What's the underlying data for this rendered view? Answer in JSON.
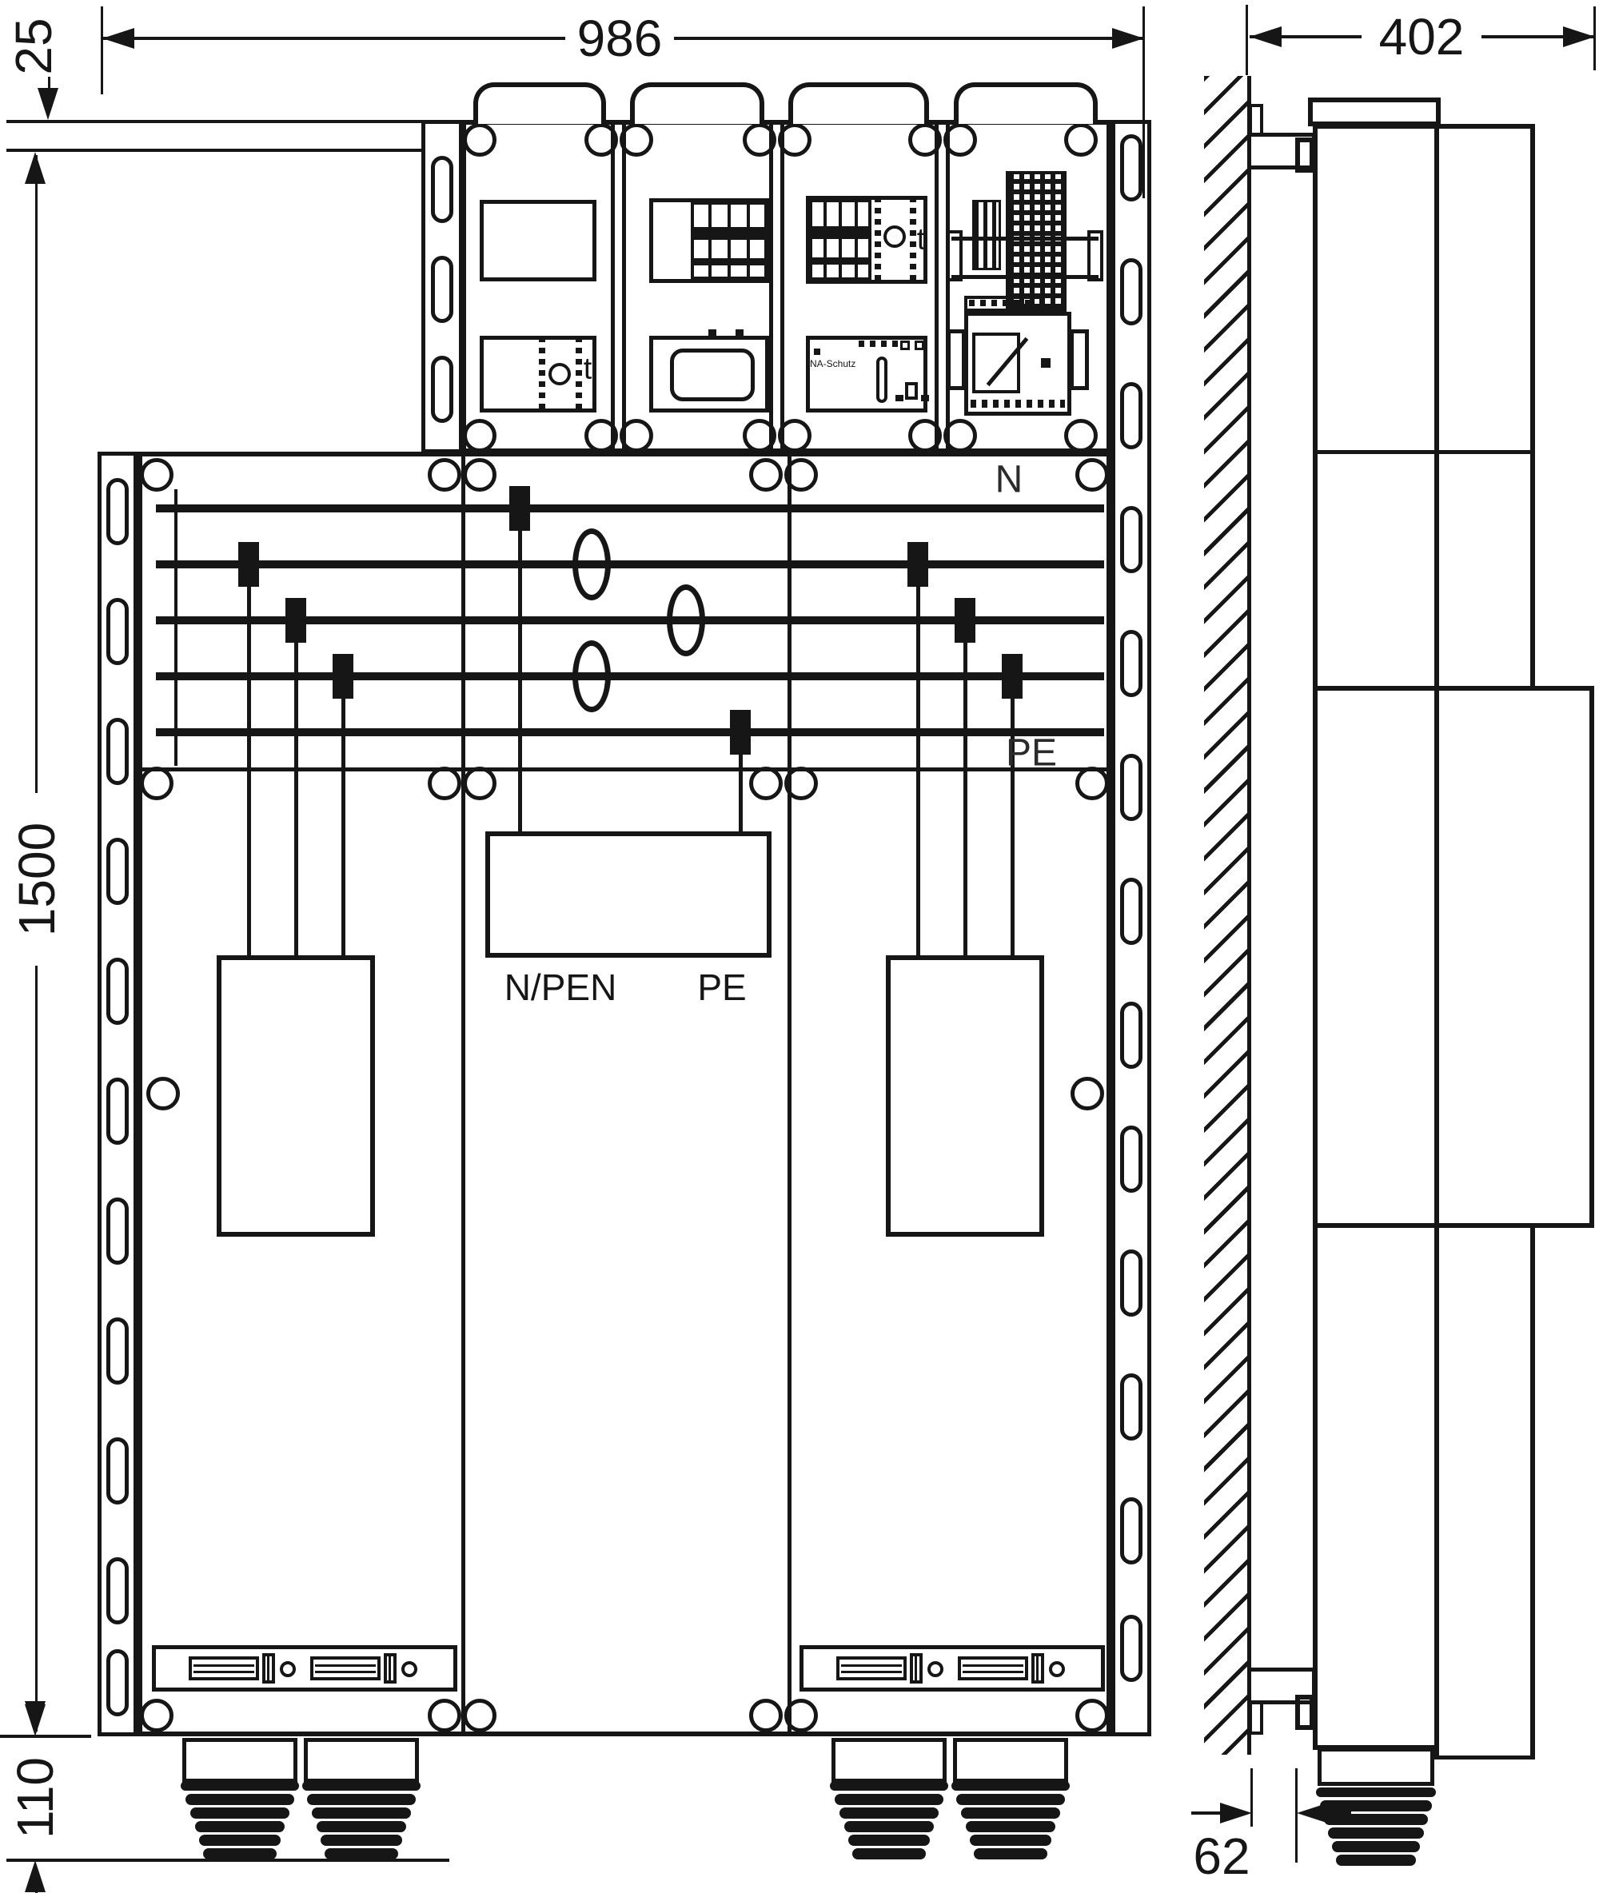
{
  "front_view": {
    "dim_top_offset": "25",
    "dim_width": "986",
    "dim_height": "1500",
    "dim_gland_height": "110",
    "label_busbar_n": "N",
    "label_busbar_pe": "PE",
    "label_terminal_npen": "N/PEN",
    "label_terminal_pe": "PE",
    "label_device_timer_1": "t",
    "label_device_timer_2": "t",
    "label_device_na_schutz": "NA-Schutz"
  },
  "side_view": {
    "dim_depth": "402",
    "dim_wall_clearance": "62"
  },
  "style": {
    "line_color": "#161616",
    "background": "#ffffff"
  }
}
